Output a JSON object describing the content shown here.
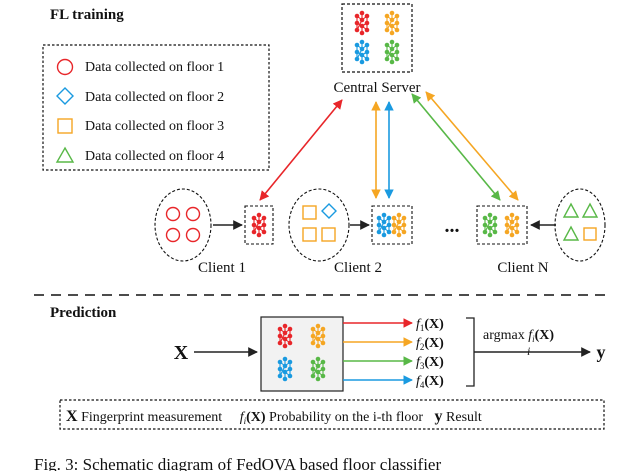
{
  "sections": {
    "training_title": "FL training",
    "prediction_title": "Prediction"
  },
  "legend": [
    {
      "shape": "circle",
      "color": "#e8262a",
      "label": "Data collected  on floor 1"
    },
    {
      "shape": "diamond",
      "color": "#1a9ae0",
      "label": "Data collected  on floor 2"
    },
    {
      "shape": "square",
      "color": "#f5a623",
      "label": "Data collected  on floor 3"
    },
    {
      "shape": "triangle",
      "color": "#58b847",
      "label": "Data collected  on floor 4"
    }
  ],
  "server": {
    "label": "Central Server"
  },
  "clients": {
    "c1": "Client 1",
    "c2": "Client 2",
    "cn": "Client N",
    "ellipsis": "..."
  },
  "prediction": {
    "input": "X",
    "output": "y",
    "argmax": "argmax",
    "argmax_fn": "f",
    "argmax_sub": "i",
    "argmax_arg": "(X)",
    "argmax_under": "i",
    "outputs": [
      {
        "f": "f",
        "sub": "1",
        "arg": "(X)",
        "color": "#e8262a"
      },
      {
        "f": "f",
        "sub": "2",
        "arg": "(X)",
        "color": "#f5a623"
      },
      {
        "f": "f",
        "sub": "3",
        "arg": "(X)",
        "color": "#58b847"
      },
      {
        "f": "f",
        "sub": "4",
        "arg": "(X)",
        "color": "#1a9ae0"
      }
    ]
  },
  "bottom_legend": {
    "x_sym": "X",
    "x_text": "Fingerprint measurement",
    "f_sym": "f",
    "f_sub": "i",
    "f_arg": "(X)",
    "f_text": "Probability on the i-th floor",
    "y_sym": "y",
    "y_text": "Result"
  },
  "caption": "Fig. 3: Schematic diagram of FedOVA based floor classifier",
  "colors": {
    "red": "#e8262a",
    "blue": "#1a9ae0",
    "orange": "#f5a623",
    "green": "#58b847"
  }
}
